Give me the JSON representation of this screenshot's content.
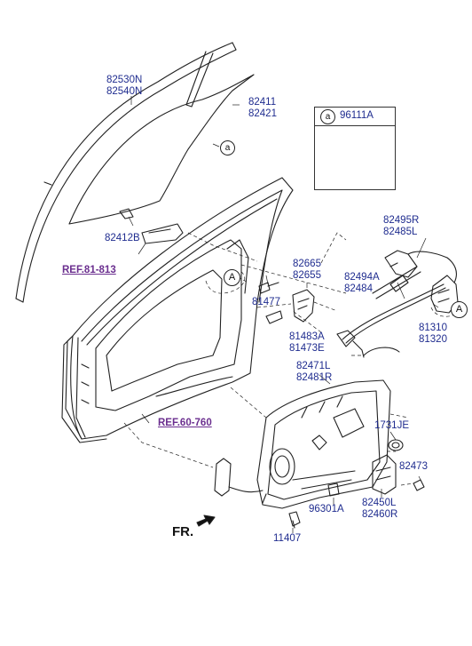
{
  "labels": {
    "glass_run": [
      "82530N",
      "82540N"
    ],
    "glass": [
      "82411",
      "82421"
    ],
    "kit_code": "96111A",
    "callout_letter": "a",
    "callout_A": "A",
    "glass_holder": "82412B",
    "ref_frame": "REF.81-813",
    "ref_panel": "REF.60-760",
    "outside_handle": [
      "82665",
      "82655"
    ],
    "bolt": "81477",
    "cable": [
      "81483A",
      "81473E"
    ],
    "rod_holder": [
      "82495R",
      "82485L"
    ],
    "rod": [
      "82494A",
      "82484"
    ],
    "latch": [
      "81310",
      "81320"
    ],
    "regulator": [
      "82471L",
      "82481R"
    ],
    "grommet": "1731JE",
    "screw": "82473",
    "motor": [
      "82450L",
      "82460R"
    ],
    "speaker_grommet": "96301A",
    "bolt_2": "11407",
    "front": "FR."
  }
}
